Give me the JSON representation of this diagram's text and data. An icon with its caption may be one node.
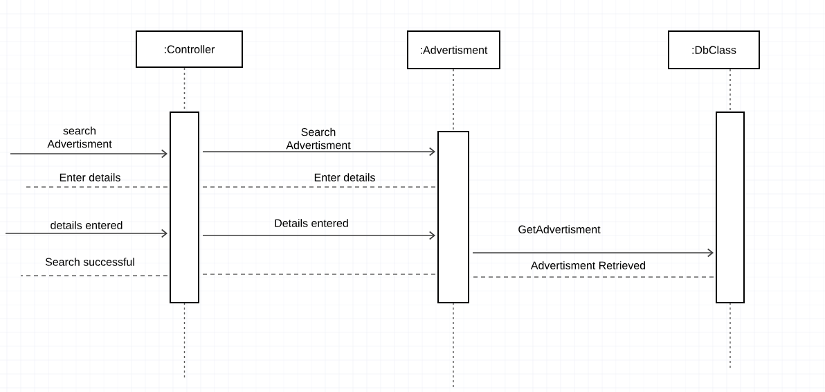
{
  "diagram": {
    "nodes": [
      {
        "text": [
          ":Controller"
        ]
      },
      {
        "text": [
          ":Advertisment"
        ]
      },
      {
        "text": [
          ":DbClass"
        ]
      },
      {
        "text": [],
        "shape": "bar"
      },
      {
        "text": [],
        "shape": "bar"
      },
      {
        "text": [],
        "shape": "bar"
      }
    ],
    "edges": [
      {
        "from": 0,
        "to": 3,
        "arrow": "none",
        "style": "dashed"
      },
      {
        "from": 1,
        "to": 4,
        "arrow": "none",
        "style": "dashed"
      },
      {
        "from": 2,
        "to": 5,
        "arrow": "none",
        "style": "dashed"
      },
      {
        "from": null,
        "to": 3,
        "arrow": "to",
        "label": "search Advertisment"
      },
      {
        "from": 3,
        "to": 4,
        "arrow": "to",
        "label": "Search Advertisment"
      },
      {
        "from": 3,
        "to": null,
        "arrow": "none",
        "style": "dashed",
        "label": "Enter details"
      },
      {
        "from": 4,
        "to": 3,
        "arrow": "none",
        "style": "dashed",
        "label": "Enter details"
      },
      {
        "from": null,
        "to": 3,
        "arrow": "to",
        "label": "details entered"
      },
      {
        "from": 3,
        "to": 4,
        "arrow": "to",
        "label": "Details entered"
      },
      {
        "from": 4,
        "to": 5,
        "arrow": "to",
        "label": "GetAdvertisment"
      },
      {
        "from": 3,
        "to": null,
        "arrow": "none",
        "style": "dashed",
        "label": "Search successful"
      },
      {
        "from": 4,
        "to": 3,
        "arrow": "none",
        "style": "dashed"
      },
      {
        "from": 5,
        "to": 4,
        "arrow": "none",
        "style": "dashed",
        "label": "Advertisment Retrieved"
      }
    ]
  }
}
